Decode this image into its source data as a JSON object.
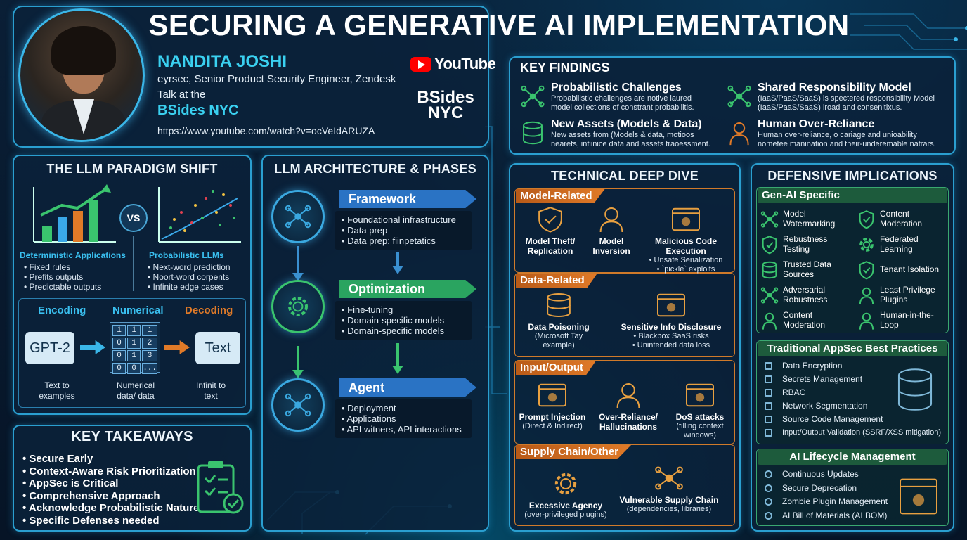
{
  "title": "SECURING A GENERATIVE AI IMPLEMENTATION",
  "speaker": {
    "name": "NANDITA JOSHI",
    "role": "eyrsec, Senior Product Security Engineer, Zendesk",
    "talk_at": "Talk at the",
    "event": "BSides NYC",
    "url": "https://www.youtube.com/watch?v=ocVeIdARUZA",
    "youtube_label": "YouTube",
    "bsides_logo_line1": "BSides",
    "bsides_logo_line2": "NYC"
  },
  "key_findings": {
    "title": "KEY FINDINGS",
    "items": [
      {
        "title": "Probabilistic Challenges",
        "text1": "Probabilistic challenges are notive laured",
        "text2": "model collections of constrant probabilitis.",
        "icon": "network-icon"
      },
      {
        "title": "Shared Responsibility Model",
        "text1": "(IaaS/PaaS/SaaS) is spectered responsibility Model",
        "text2": "(IaaS/PaaS/SaaS) lroad and consenitixus.",
        "icon": "hierarchy-icon"
      },
      {
        "title": "New Assets (Models & Data)",
        "text1": "New assets from (Models & data, motioos",
        "text2": "nearets, infiinice data and assets traoessment.",
        "icon": "database-icon"
      },
      {
        "title": "Human Over-Reliance",
        "text1": "Human over-reliance, o cariage and unioability",
        "text2": "nometee manination and their-underemable natrars.",
        "icon": "person-icon"
      }
    ]
  },
  "paradigm": {
    "title": "THE LLM PARADIGM SHIFT",
    "vs": "VS",
    "left_title": "Deterministic Applications",
    "left_items": [
      "Fixed rules",
      "Prefits outputs",
      "Predictable outputs"
    ],
    "right_title": "Probabilistic LLMs",
    "right_items": [
      "Next-word prediction",
      "Noort-word corpents",
      "Infinite edge cases"
    ],
    "enc_label": "Encoding",
    "num_label": "Numerical",
    "dec_label": "Decoding",
    "gpt_label": "GPT-2",
    "text_label": "Text",
    "matrix": [
      "1",
      "1",
      "1",
      "0",
      "1",
      "2",
      "0",
      "1",
      "3",
      "0",
      "0",
      "..."
    ],
    "enc_caption1": "Text to",
    "enc_caption2": "examples",
    "num_caption1": "Numerical",
    "num_caption2": "data/ data",
    "dec_caption1": "Infinit to",
    "dec_caption2": "text"
  },
  "architecture": {
    "title": "LLM ARCHITECTURE & PHASES",
    "phases": [
      {
        "name": "Framework",
        "items": [
          "Foundational infrastructure",
          "Data prep",
          "Data prep: fiinpetatics"
        ],
        "icon": "network-node-icon"
      },
      {
        "name": "Optimization",
        "items": [
          "Fine-tuning",
          "Domain-specific models",
          "Domain-specific models"
        ],
        "icon": "brain-gear-icon"
      },
      {
        "name": "Agent",
        "items": [
          "Deployment",
          "Applications",
          "API witners, API interactions"
        ],
        "icon": "agent-globe-icon"
      }
    ]
  },
  "takeaways": {
    "title": "KEY TAKEAWAYS",
    "items": [
      "Secure Early",
      "Context-Aware Risk Prioritization",
      "AppSec is Critical",
      "Comprehensive Approach",
      "Acknowledge Probabilistic Nature",
      "Specific Defenses needed"
    ]
  },
  "deep_dive": {
    "title": "TECHNICAL DEEP DIVE",
    "model": {
      "label": "Model-Related",
      "items": [
        {
          "title1": "Model Theft/",
          "title2": "Replication",
          "icon": "brain-lock-icon"
        },
        {
          "title1": "Model",
          "title2": "Inversion",
          "icon": "head-brain-icon"
        },
        {
          "title1": "Malicious Code Execution",
          "sub1": "• Unsafe Serialization",
          "sub2": "• `pickle` exploits",
          "icon": "bug-window-icon"
        }
      ]
    },
    "data": {
      "label": "Data-Related",
      "items": [
        {
          "title": "Data Poisoning",
          "sub1": "(Microsoft Tay",
          "sub2": "example)",
          "icon": "database-search-icon"
        },
        {
          "title": "Sensitive Info Disclosure",
          "sub1": "• Blackbox SaaS risks",
          "sub2": "• Unintended data loss",
          "icon": "document-lock-icon"
        }
      ]
    },
    "io": {
      "label": "Input/Output",
      "items": [
        {
          "title": "Prompt Injection",
          "sub1": "(Direct & Indirect)",
          "icon": "prompt-window-icon"
        },
        {
          "title1": "Over-Reliance/",
          "title2": "Hallucinations",
          "icon": "head-question-icon"
        },
        {
          "title": "DoS attacks",
          "sub1": "(filling context",
          "sub2": "windows)",
          "icon": "server-fire-icon"
        }
      ]
    },
    "supply": {
      "label": "Supply Chain/Other",
      "items": [
        {
          "title": "Excessive Agency",
          "sub1": "(over-privileged plugins)",
          "icon": "gear-agent-icon"
        },
        {
          "title": "Vulnerable Supply Chain",
          "sub1": "(dependencies, libraries)",
          "icon": "supply-network-icon"
        }
      ]
    }
  },
  "defensive": {
    "title": "DEFENSIVE IMPLICATIONS",
    "genai": {
      "label": "Gen-AI Specific",
      "items": [
        {
          "l1": "Model",
          "l2": "Watermarking",
          "icon": "brain-icon"
        },
        {
          "l1": "Content",
          "l2": "Moderation",
          "icon": "shield-icon"
        },
        {
          "l1": "Rebustness",
          "l2": "Testing",
          "icon": "shield-check-icon"
        },
        {
          "l1": "Federated",
          "l2": "Learning",
          "icon": "network-icon"
        },
        {
          "l1": "Trusted Data",
          "l2": "Sources",
          "icon": "database-icon"
        },
        {
          "l1": "Tenant Isolation",
          "l2": "",
          "icon": "shield-lock-icon"
        },
        {
          "l1": "Adversarial",
          "l2": "Robustness",
          "icon": "brain-shield-icon"
        },
        {
          "l1": "Least Privilege",
          "l2": "Plugins",
          "icon": "user-lock-icon"
        },
        {
          "l1": "Content",
          "l2": "Moderation",
          "icon": "hand-icon"
        },
        {
          "l1": "Human-in-the-",
          "l2": "Loop",
          "icon": "person-icon"
        }
      ]
    },
    "appsec": {
      "label": "Traditional AppSec Best Practices",
      "items": [
        "Data Encryption",
        "Secrets Management",
        "RBAC",
        "Network Segmentation",
        "Source Code Management",
        "Input/Output Validation (SSRF/XSS mitigation)"
      ]
    },
    "lifecycle": {
      "label": "AI Lifecycle Management",
      "items": [
        "Continuous Updates",
        "Secure Deprecation",
        "Zombie Plugin Management",
        "AI Bill of Materials (AI BOM)"
      ]
    }
  },
  "colors": {
    "accent": "#2a9fd0",
    "orange": "#e07a28",
    "green": "#3aa870",
    "bg": "#07182b"
  }
}
